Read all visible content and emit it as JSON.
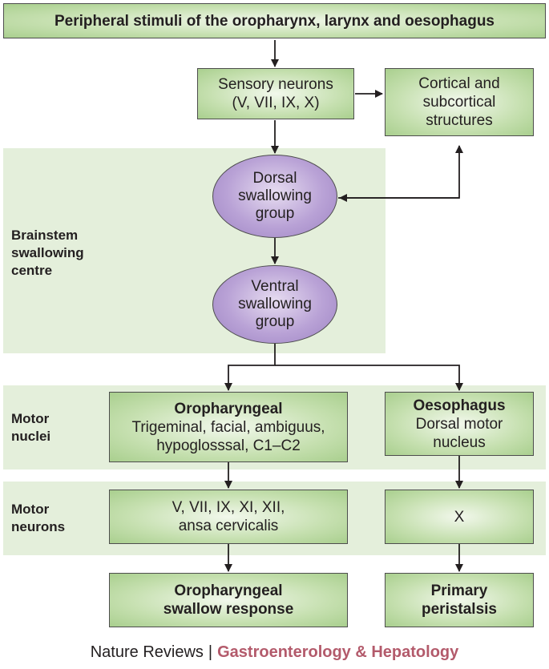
{
  "nodes": {
    "stimuli": "Peripheral stimuli of the oropharynx, larynx and oesophagus",
    "sensory": [
      "Sensory neurons",
      "(V, VII, IX, X)"
    ],
    "cortical": [
      "Cortical and",
      "subcortical",
      "structures"
    ],
    "dorsal": [
      "Dorsal",
      "swallowing",
      "group"
    ],
    "ventral": [
      "Ventral",
      "swallowing",
      "group"
    ],
    "oro_nuclei": {
      "title": "Oropharyngeal",
      "lines": [
        "Trigeminal, facial, ambiguus,",
        "hypoglosssal, C1–C2"
      ]
    },
    "oeso_nuclei": {
      "title": "Oesophagus",
      "lines": [
        "Dorsal motor",
        "nucleus"
      ]
    },
    "oro_neurons": [
      "V, VII, IX, XI, XII,",
      "ansa cervicalis"
    ],
    "oeso_neurons": "X",
    "oro_response": [
      "Oropharyngeal",
      "swallow response"
    ],
    "peristalsis": [
      "Primary",
      "peristalsis"
    ]
  },
  "sections": {
    "brainstem": [
      "Brainstem",
      "swallowing",
      "centre"
    ],
    "motor_nuclei": [
      "Motor",
      "nuclei"
    ],
    "motor_neurons": [
      "Motor",
      "neurons"
    ]
  },
  "footer": {
    "journal": "Nature Reviews",
    "separator": "|",
    "specialty": "Gastroenterology & Hepatology"
  },
  "colors": {
    "band": "#e4efdb",
    "box_green": "#a9cf8e",
    "oval_purple": "#9d83c3",
    "footer_accent": "#b35a6b"
  }
}
